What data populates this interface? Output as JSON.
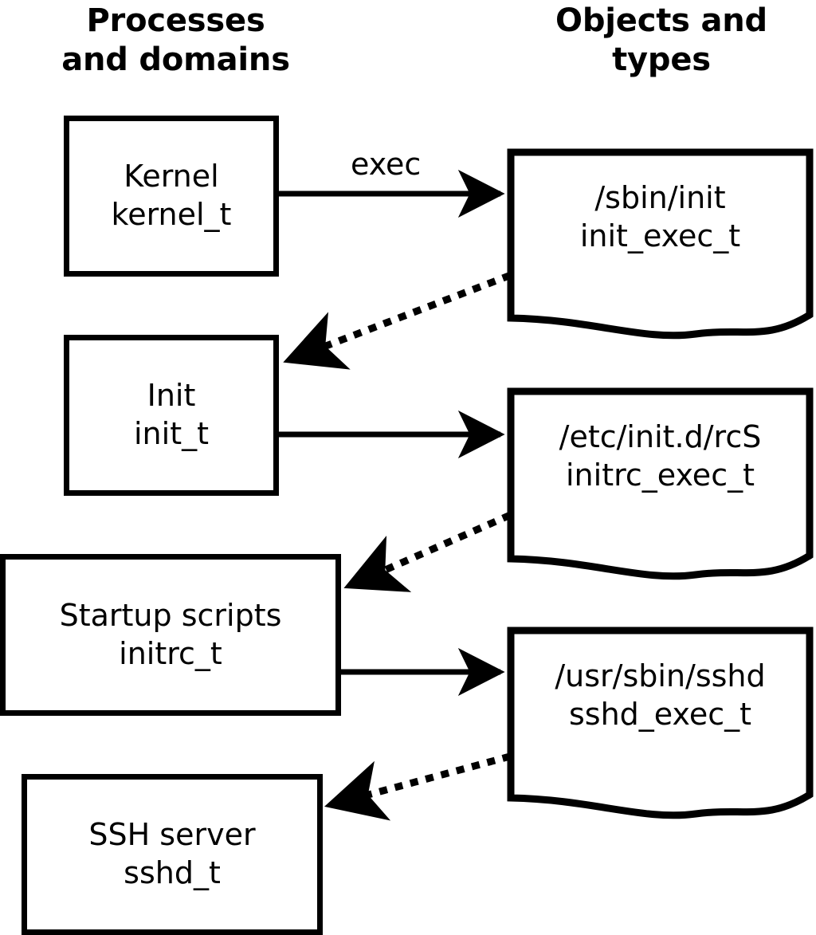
{
  "diagram": {
    "title_left": "Processes\nand domains",
    "title_right": "Objects and\ntypes",
    "columns": {
      "left_header": "Processes and domains",
      "right_header": "Objects and types"
    },
    "process_nodes": [
      {
        "id": "kernel",
        "label": "Kernel",
        "type": "kernel_t"
      },
      {
        "id": "init",
        "label": "Init",
        "type": "init_t"
      },
      {
        "id": "initrc",
        "label": "Startup scripts",
        "type": "initrc_t"
      },
      {
        "id": "sshd",
        "label": "SSH server",
        "type": "sshd_t"
      }
    ],
    "object_nodes": [
      {
        "id": "init_exec",
        "path": "/sbin/init",
        "type": "init_exec_t"
      },
      {
        "id": "initrc_exec",
        "path": "/etc/init.d/rcS",
        "type": "initrc_exec_t"
      },
      {
        "id": "sshd_exec",
        "path": "/usr/sbin/sshd",
        "type": "sshd_exec_t"
      }
    ],
    "edges": [
      {
        "id": "e1",
        "from": "kernel",
        "to": "init_exec",
        "label": "exec",
        "style": "solid"
      },
      {
        "id": "e2",
        "from": "init_exec",
        "to": "init",
        "label": "",
        "style": "dotted"
      },
      {
        "id": "e3",
        "from": "init",
        "to": "initrc_exec",
        "label": "",
        "style": "solid"
      },
      {
        "id": "e4",
        "from": "initrc_exec",
        "to": "initrc",
        "label": "",
        "style": "dotted"
      },
      {
        "id": "e5",
        "from": "initrc",
        "to": "sshd_exec",
        "label": "",
        "style": "solid"
      },
      {
        "id": "e6",
        "from": "sshd_exec",
        "to": "sshd",
        "label": "",
        "style": "dotted"
      }
    ],
    "edge_labels": {
      "exec": "exec"
    },
    "colors": {
      "stroke": "#000000",
      "background": "#ffffff",
      "text": "#000000"
    }
  }
}
